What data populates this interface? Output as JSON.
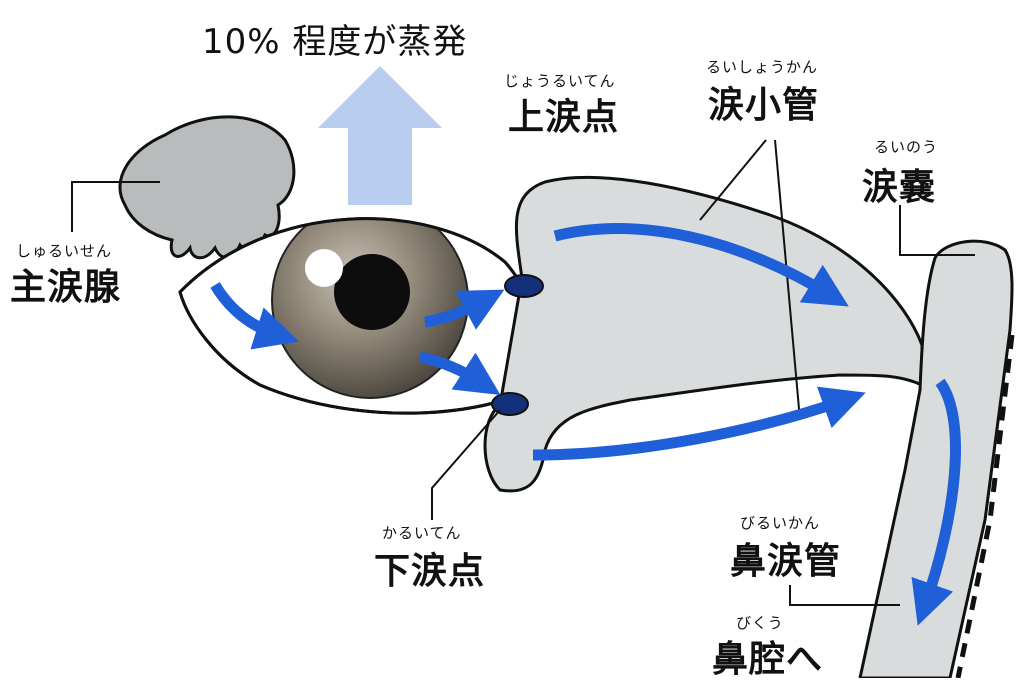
{
  "evaporation": {
    "text": "10% 程度が蒸発"
  },
  "labels": {
    "main_gland": {
      "ruby": "しゅるいせん",
      "text": "主涙腺"
    },
    "upper_punctum": {
      "ruby": "じょうるいてん",
      "text": "上涙点"
    },
    "lower_punctum": {
      "ruby": "かるいてん",
      "text": "下涙点"
    },
    "canaliculus": {
      "ruby": "るいしょうかん",
      "text": "涙小管"
    },
    "sac": {
      "ruby": "るいのう",
      "text": "涙嚢"
    },
    "nasolacrimal_duct": {
      "ruby": "びるいかん",
      "text": "鼻涙管"
    },
    "nasal_cavity": {
      "ruby": "びくう",
      "text": "鼻腔へ"
    }
  },
  "colors": {
    "tissue_fill": "#d9dcdc",
    "gland_fill": "#b9bcbc",
    "flow_arrow": "#1f5fd8",
    "punctum": "#14307a",
    "evaporation_arrow": "#b8cdef",
    "iris": "#8a8274",
    "outline": "#111111"
  }
}
